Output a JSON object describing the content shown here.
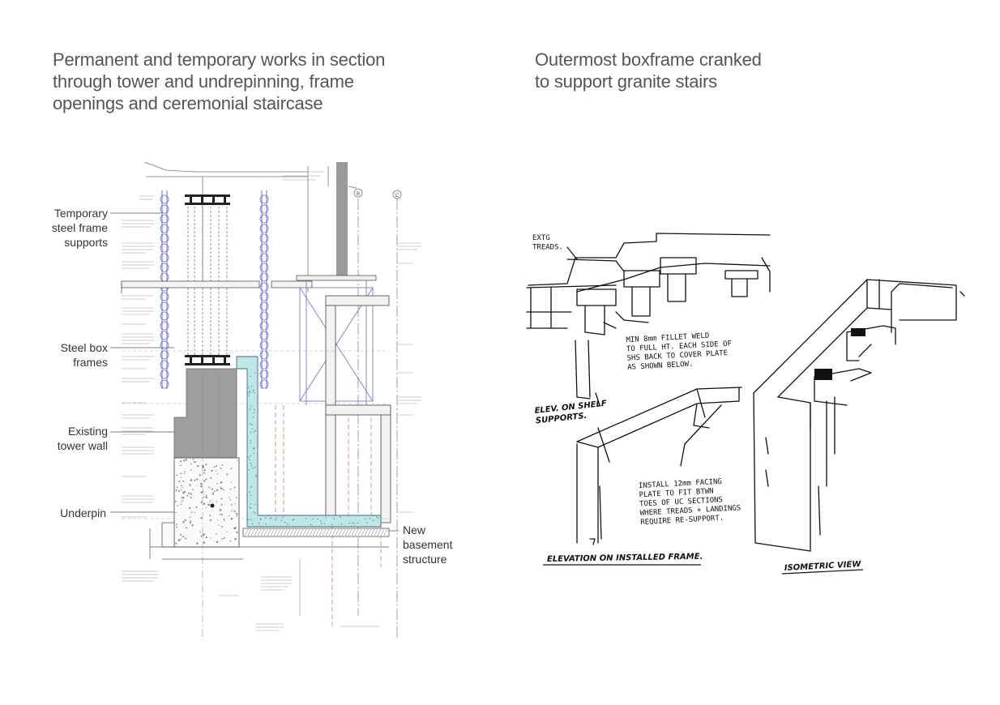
{
  "headings": {
    "left": "Permanent and temporary works in section\nthrough tower and undrepinning, frame\nopenings and ceremonial staircase",
    "right": "Outermost boxframe cranked\nto support granite stairs"
  },
  "section_drawing": {
    "grid_labels": [
      "B",
      "C"
    ],
    "callouts": [
      "Temporary\nsteel frame\nsupports",
      "Steel box\nframes",
      "Existing\ntower wall",
      "Underpin",
      "New\nbasement\nstructure"
    ]
  },
  "sketch": {
    "notes": [
      "EXTG\nTREADS.",
      "MIN 8mm FILLET WELD\nTO FULL HT. EACH SIDE OF\nSHS BACK TO COVER PLATE\nAS SHOWN BELOW.",
      "ELEV. ON SHELF\nSUPPORTS.",
      "INSTALL 12mm FACING\nPLATE TO FIT BTWN\nTOES OF UC SECTIONS\nWHERE TREADS + LANDINGS\nREQUIRE RE-SUPPORT.",
      "ELEVATION ON INSTALLED FRAME.",
      "ISOMETRIC VIEW"
    ]
  }
}
